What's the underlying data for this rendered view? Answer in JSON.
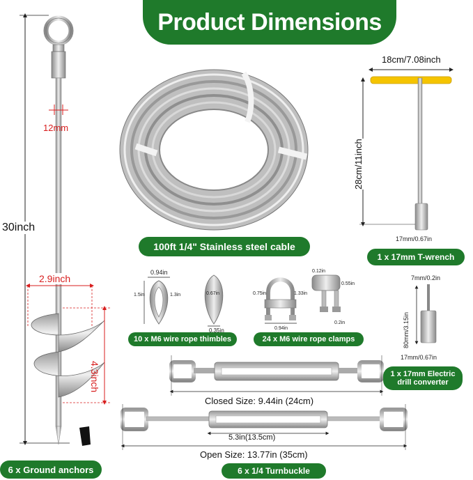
{
  "title": "Product Dimensions",
  "anchor": {
    "height": "30inch",
    "diameter": "12mm",
    "spiral_width": "2.9inch",
    "spiral_height": "4.3inch",
    "caption": "6 x Ground anchors"
  },
  "cable": {
    "caption": "100ft 1/4\" Stainless steel cable"
  },
  "twrench": {
    "width": "18cm/7.08inch",
    "height": "28cm/11inch",
    "socket": "17mm/0.67in",
    "caption": "1 x 17mm T-wrench"
  },
  "thimbles": {
    "w": "0.94in",
    "h1": "1.5in",
    "h2": "1.3in",
    "w2": "0.67in",
    "w3": "0.35in",
    "caption": "10 x M6 wire rope thimbles"
  },
  "clamps": {
    "h1": "0.75in",
    "h2": "1.33in",
    "w": "0.94in",
    "w2": "0.12in",
    "h3": "0.55in",
    "w3": "0.2in",
    "caption": "24 x M6 wire rope clamps"
  },
  "drill": {
    "top": "7mm/0.2in",
    "height": "80mm/3.15in",
    "bottom": "17mm/0.67in",
    "caption": "1 x 17mm Electric drill converter"
  },
  "turnbuckle": {
    "closed": "Closed Size: 9.44in (24cm)",
    "body": "5.3in(13.5cm)",
    "open": "Open Size: 13.77in (35cm)",
    "caption": "6 x 1/4 Turnbuckle"
  },
  "colors": {
    "green": "#1f7a2b",
    "red": "#d81e1e",
    "yellow": "#f5c400"
  }
}
